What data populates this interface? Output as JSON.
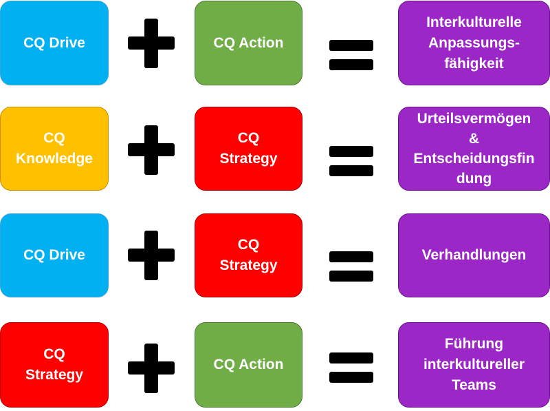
{
  "colors": {
    "drive": "#00b0f0",
    "action": "#70ad47",
    "knowledge": "#ffc000",
    "strategy": "#ff0000",
    "result": "#9c27c7"
  },
  "rows": [
    {
      "left": "CQ Drive",
      "middle": "CQ Action",
      "result": "Interkulturelle\nAnpassungs-\nfähigkeit"
    },
    {
      "left": "CQ\nKnowledge",
      "middle": "CQ\nStrategy",
      "result": "Urteilsvermögen\n&\nEntscheidungsfin\ndung"
    },
    {
      "left": "CQ Drive",
      "middle": "CQ\nStrategy",
      "result": "Verhandlungen"
    },
    {
      "left": "CQ\nStrategy",
      "middle": "CQ Action",
      "result": "Führung\ninterkultureller\nTeams"
    }
  ]
}
